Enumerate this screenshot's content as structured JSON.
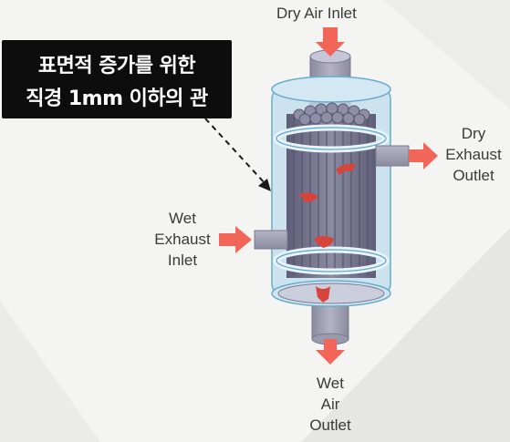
{
  "callout": {
    "line1": "표면적 증가를 위한",
    "line2": "직경 1mm 이하의 관"
  },
  "labels": {
    "dry_air_inlet": "Dry Air Inlet",
    "dry_exhaust_outlet": [
      "Dry",
      "Exhaust",
      "Outlet"
    ],
    "wet_exhaust_inlet": [
      "Wet",
      "Exhaust",
      "Inlet"
    ],
    "wet_air_outlet": [
      "Wet",
      "Air",
      "Outlet"
    ]
  },
  "colors": {
    "arrow": "#f2665a",
    "shell": "#bfdcec",
    "tubes": "#6e6e86",
    "pipe": "#9c9cb0",
    "flow": "#d9443a"
  }
}
